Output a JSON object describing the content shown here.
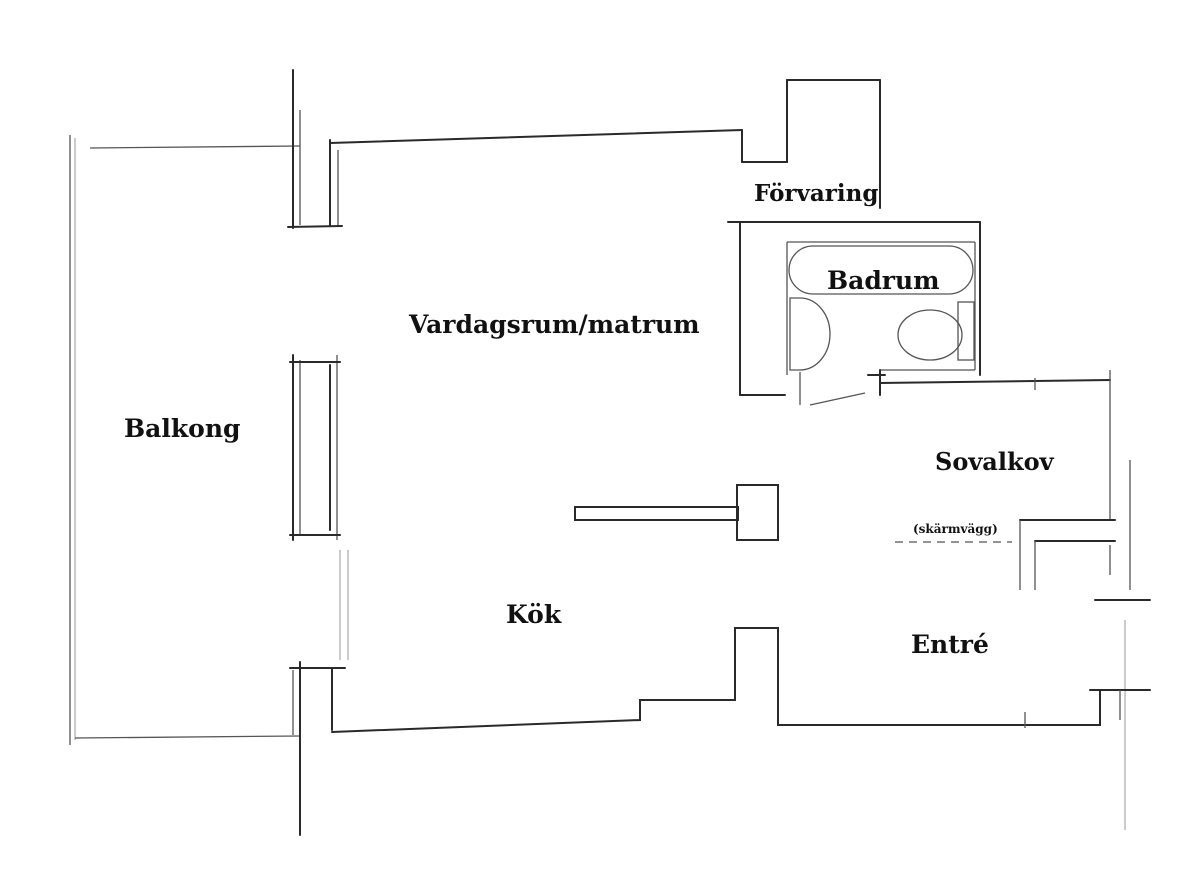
{
  "rooms": {
    "forvaring": "Förvaring",
    "badrum": "Badrum",
    "vardagsrum": "Vardagsrum/matrum",
    "balkong": "Balkong",
    "sovalkov": "Sovalkov",
    "skarmvagg": "(skärmvägg)",
    "kok": "Kök",
    "entre": "Entré"
  }
}
